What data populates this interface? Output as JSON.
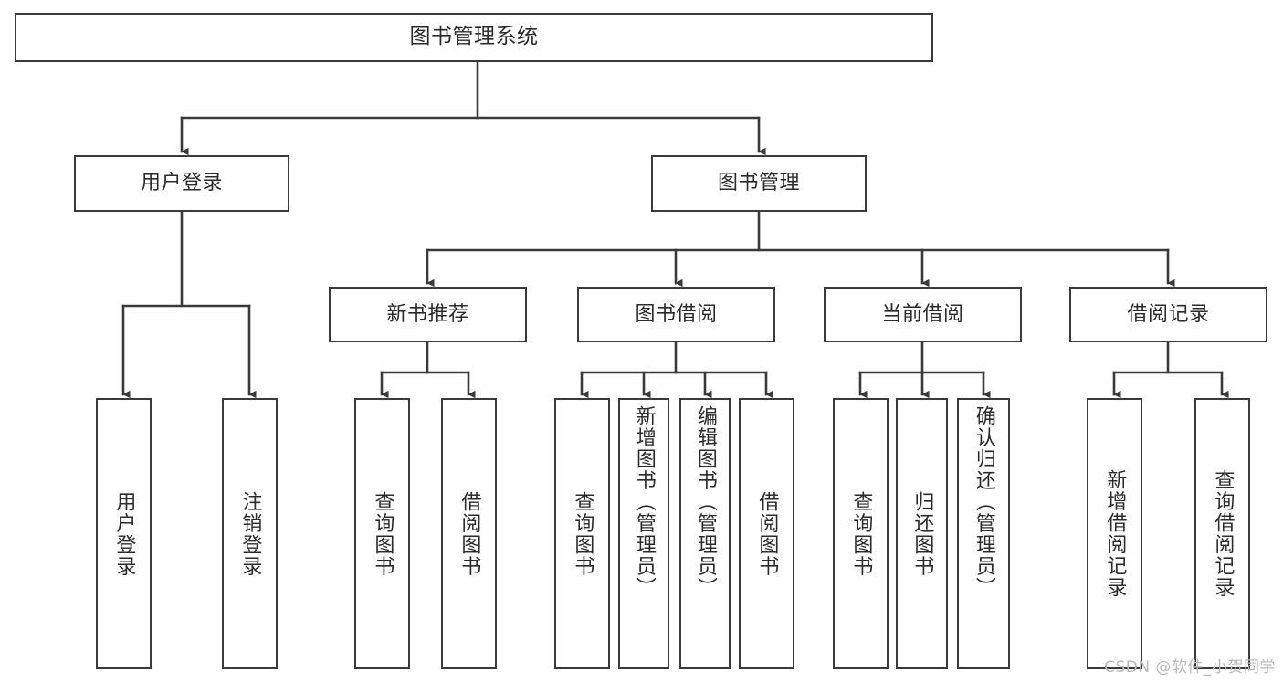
{
  "diagram": {
    "type": "tree-hierarchy",
    "title": "图书管理系统",
    "orientation": "top-down",
    "colors": {
      "box_stroke": "#3a3a3a",
      "box_fill": "#ffffff",
      "text": "#2b2b2b",
      "connector": "#3a3a3a",
      "watermark": "#b9b9b9",
      "background": "#ffffff"
    },
    "root": {
      "label": "图书管理系统"
    },
    "level1": [
      {
        "label": "用户登录"
      },
      {
        "label": "图书管理"
      }
    ],
    "level2": [
      {
        "label": "新书推荐"
      },
      {
        "label": "图书借阅"
      },
      {
        "label": "当前借阅"
      },
      {
        "label": "借阅记录"
      }
    ],
    "leaves": {
      "user_login": [
        {
          "label": "用户登录"
        },
        {
          "label": "注销登录"
        }
      ],
      "new_book_recommend": [
        {
          "label": "查询图书"
        },
        {
          "label": "借阅图书"
        }
      ],
      "book_borrow": [
        {
          "label": "查询图书"
        },
        {
          "label": "新增图书（管理员）"
        },
        {
          "label": "编辑图书（管理员）"
        },
        {
          "label": "借阅图书"
        }
      ],
      "current_borrow": [
        {
          "label": "查询图书"
        },
        {
          "label": "归还图书"
        },
        {
          "label": "确认归还（管理员）"
        }
      ],
      "borrow_record": [
        {
          "label": "新增借阅记录"
        },
        {
          "label": "查询借阅记录"
        }
      ]
    }
  },
  "watermark": {
    "text": "CSDN @软件_小贺同学"
  }
}
